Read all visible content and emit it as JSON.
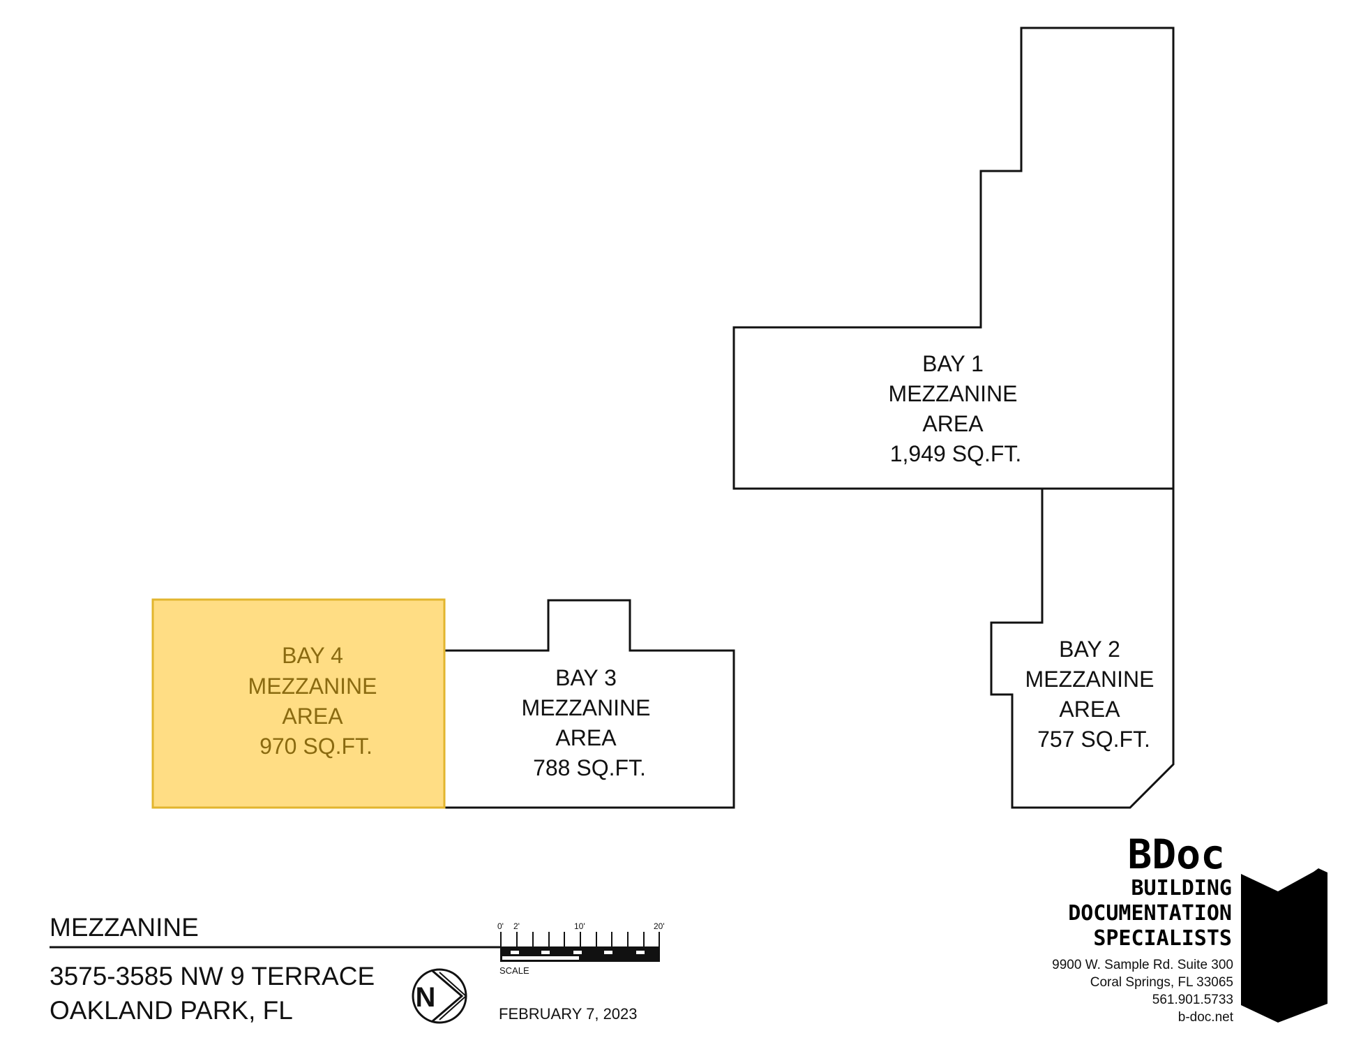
{
  "bays": [
    {
      "name": "BAY 1",
      "type": "MEZZANINE",
      "area_label": "AREA",
      "sqft": "1,949 SQ.FT.",
      "highlighted": false
    },
    {
      "name": "BAY 2",
      "type": "MEZZANINE",
      "area_label": "AREA",
      "sqft": "757 SQ.FT.",
      "highlighted": false
    },
    {
      "name": "BAY 3",
      "type": "MEZZANINE",
      "area_label": "AREA",
      "sqft": "788 SQ.FT.",
      "highlighted": false
    },
    {
      "name": "BAY 4",
      "type": "MEZZANINE",
      "area_label": "AREA",
      "sqft": "970 SQ.FT.",
      "highlighted": true
    }
  ],
  "title_block": {
    "title": "MEZZANINE",
    "address_line1": "3575-3585 NW 9 TERRACE",
    "address_line2": "OAKLAND PARK, FL",
    "date": "FEBRUARY 7, 2023",
    "north_label": "N"
  },
  "scale": {
    "label": "SCALE",
    "ticks": [
      "0'",
      "2'",
      "10'",
      "20'"
    ]
  },
  "company": {
    "logo_text": "BDoc",
    "logo_line1": "BUILDING",
    "logo_line2": "DOCUMENTATION",
    "logo_line3": "SPECIALISTS",
    "address1": "9900 W. Sample Rd. Suite 300",
    "address2": "Coral Springs, FL 33065",
    "phone": "561.901.5733",
    "website": "b-doc.net"
  },
  "colors": {
    "highlight_fill": "#ffdd84",
    "highlight_stroke": "#e2b52e",
    "highlight_text": "#8a6a10"
  }
}
